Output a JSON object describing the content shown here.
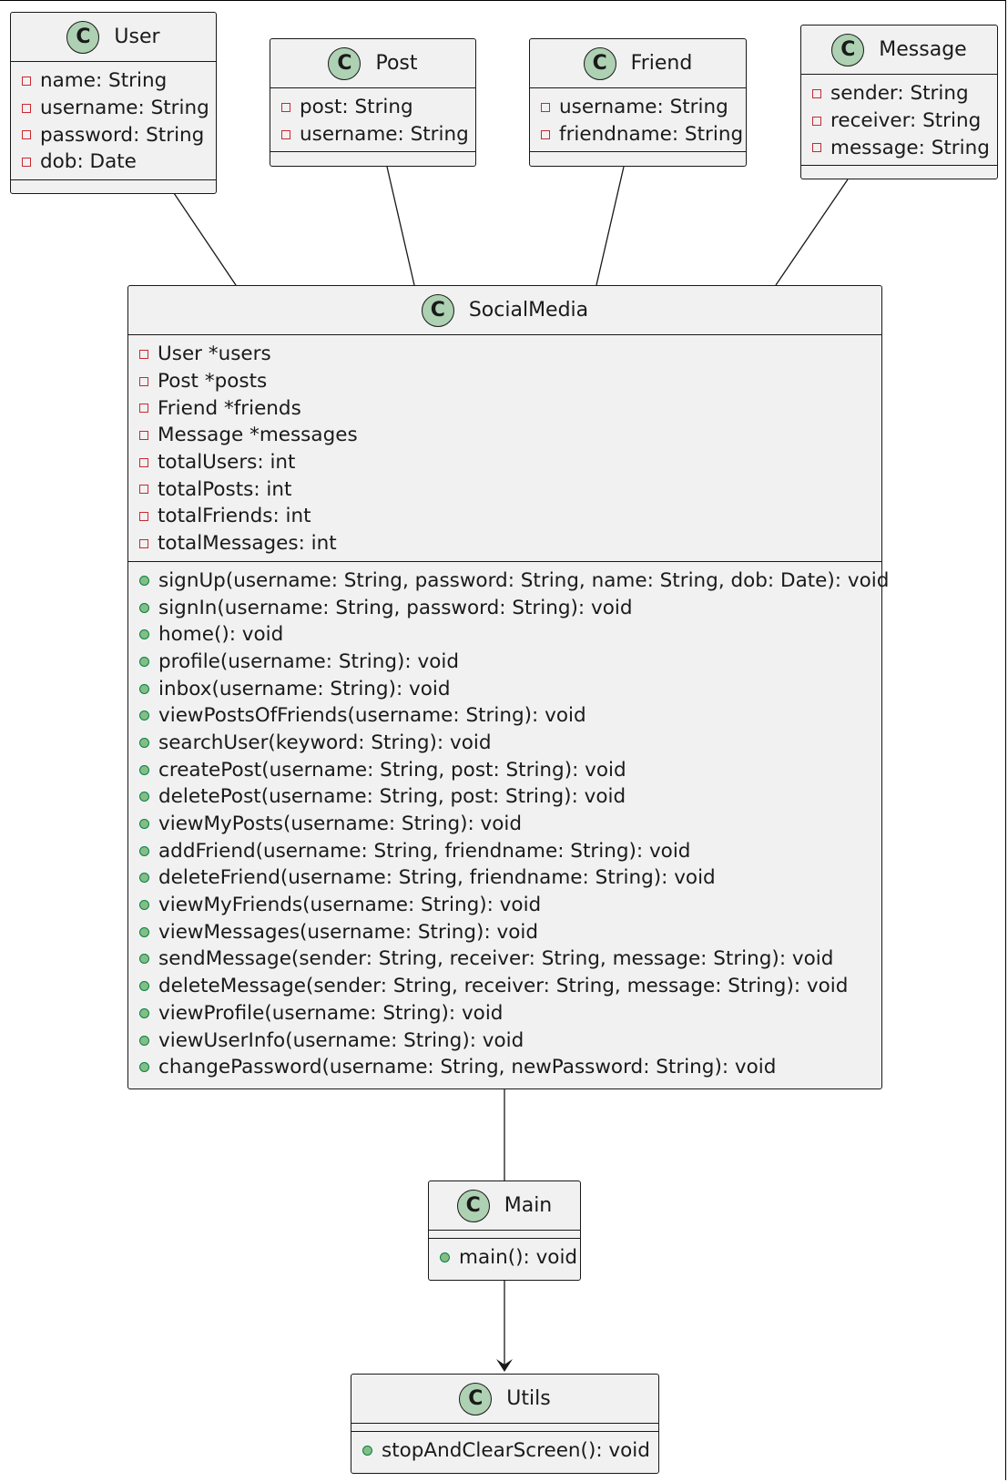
{
  "stereotype": "C",
  "classes": {
    "user": {
      "name": "User",
      "attributes": [
        "name: String",
        "username: String",
        "password: String",
        "dob: Date"
      ],
      "methods": []
    },
    "post": {
      "name": "Post",
      "attributes": [
        "post: String",
        "username: String"
      ],
      "methods": []
    },
    "friend": {
      "name": "Friend",
      "attributes": [
        "username: String",
        "friendname: String"
      ],
      "methods": []
    },
    "message": {
      "name": "Message",
      "attributes": [
        "sender: String",
        "receiver: String",
        "message: String"
      ],
      "methods": []
    },
    "socialmedia": {
      "name": "SocialMedia",
      "attributes": [
        "User *users",
        "Post *posts",
        "Friend *friends",
        "Message *messages",
        "totalUsers: int",
        "totalPosts: int",
        "totalFriends: int",
        "totalMessages: int"
      ],
      "methods": [
        "signUp(username: String, password: String, name: String, dob: Date): void",
        "signIn(username: String, password: String): void",
        "home(): void",
        "profile(username: String): void",
        "inbox(username: String): void",
        "viewPostsOfFriends(username: String): void",
        "searchUser(keyword: String): void",
        "createPost(username: String, post: String): void",
        "deletePost(username: String, post: String): void",
        "viewMyPosts(username: String): void",
        "addFriend(username: String, friendname: String): void",
        "deleteFriend(username: String, friendname: String): void",
        "viewMyFriends(username: String): void",
        "viewMessages(username: String): void",
        "sendMessage(sender: String, receiver: String, message: String): void",
        "deleteMessage(sender: String, receiver: String, message: String): void",
        "viewProfile(username: String): void",
        "viewUserInfo(username: String): void",
        "changePassword(username: String, newPassword: String): void"
      ]
    },
    "main": {
      "name": "Main",
      "attributes": [],
      "methods": [
        "main(): void"
      ]
    },
    "utils": {
      "name": "Utils",
      "attributes": [],
      "methods": [
        "stopAndClearScreen(): void"
      ]
    }
  },
  "colors": {
    "class_fill": "#f1f1f1",
    "border": "#181818",
    "stereotype_fill": "#add1b2",
    "private_marker": "#c82930",
    "public_marker": "#84be84"
  }
}
